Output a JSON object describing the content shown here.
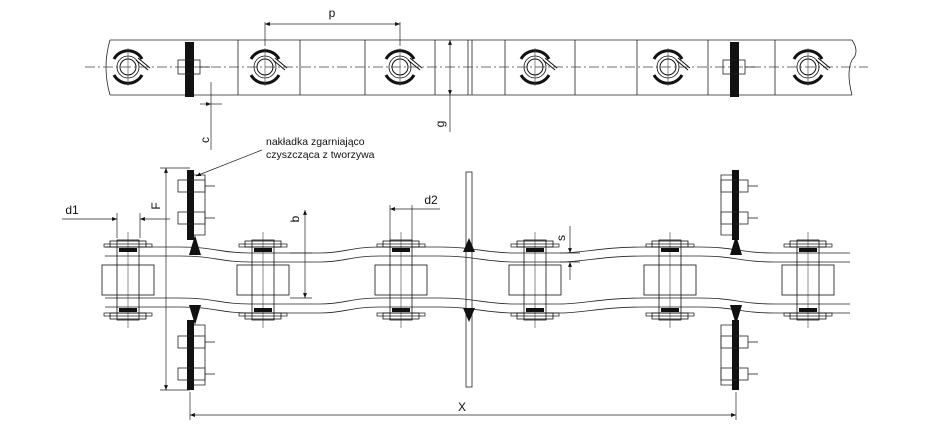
{
  "labels": {
    "p": "p",
    "c": "c",
    "g": "g",
    "F": "F",
    "b": "b",
    "d1": "d1",
    "d2": "d2",
    "s": "s",
    "X": "X"
  },
  "annotation": {
    "line1": "nakładka zgarniająco",
    "line2": "czyszcząca z tworzywa"
  }
}
